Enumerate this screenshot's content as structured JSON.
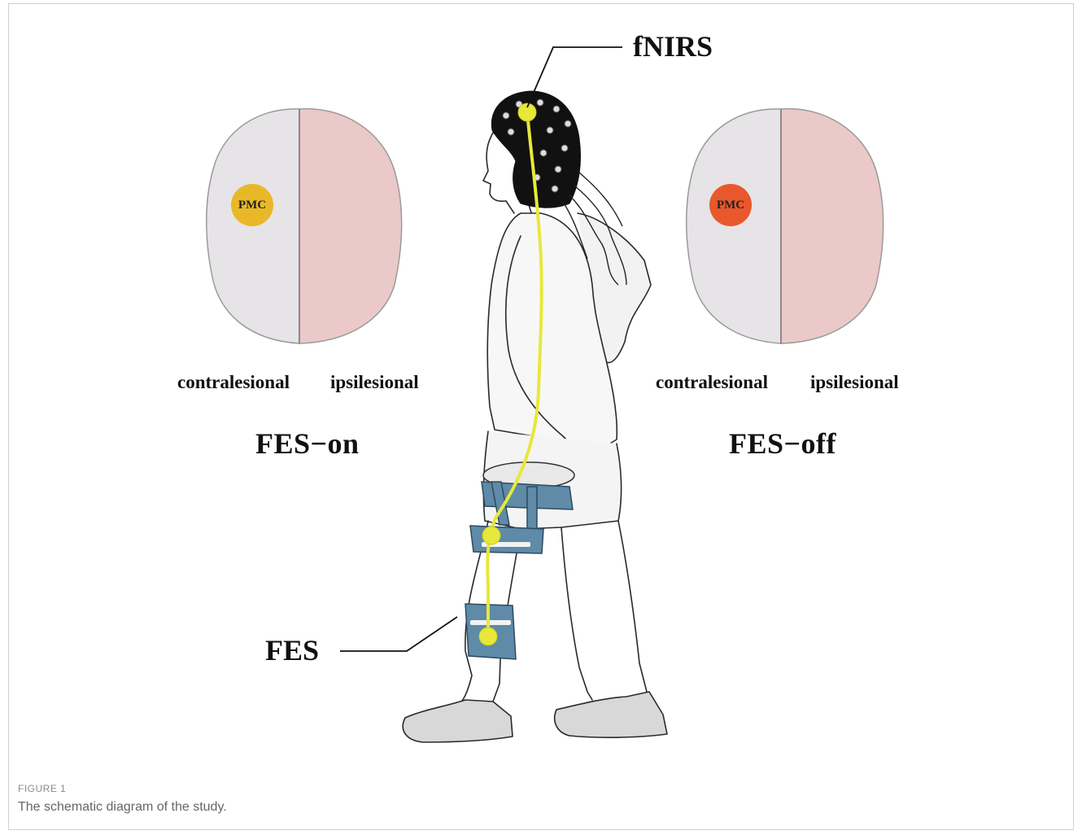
{
  "figure": {
    "top_label": "fNIRS",
    "bottom_label": "FES",
    "caption_label": "FIGURE 1",
    "caption_text": "The schematic diagram of the study."
  },
  "brain_left": {
    "region_label": "PMC",
    "left_hemisphere": "contralesional",
    "right_hemisphere": "ipsilesional",
    "condition": "FES−on",
    "region_color": "#e8b828"
  },
  "brain_right": {
    "region_label": "PMC",
    "left_hemisphere": "contralesional",
    "right_hemisphere": "ipsilesional",
    "condition": "FES−off",
    "region_color": "#e8582c"
  },
  "colors": {
    "hemisphere_left": "#e6e4e6",
    "hemisphere_right": "#ebc9c9",
    "signal_line": "#e6e83a",
    "brace": "#5f8aa8"
  }
}
